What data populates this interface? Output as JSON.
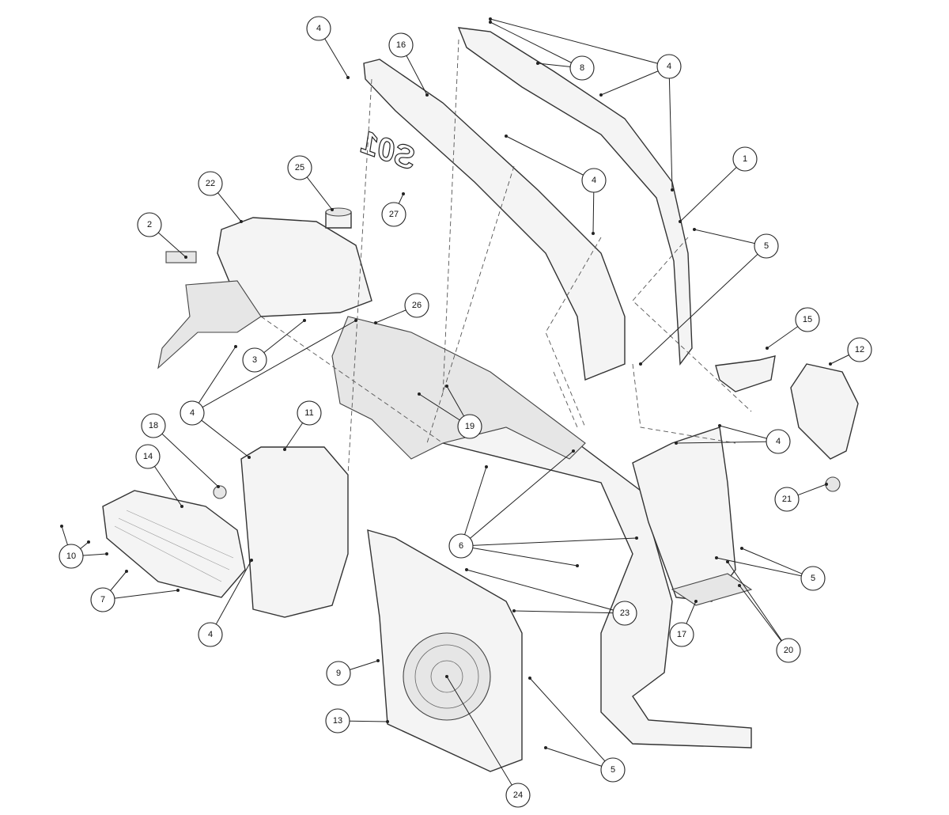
{
  "diagram": {
    "title": "Exploded body panel parts diagram",
    "decal_text": "S01",
    "callouts": [
      "4",
      "16",
      "8",
      "4",
      "1",
      "4",
      "25",
      "22",
      "27",
      "2",
      "5",
      "26",
      "3",
      "15",
      "12",
      "4",
      "11",
      "19",
      "18",
      "14",
      "4",
      "21",
      "10",
      "6",
      "5",
      "7",
      "23",
      "4",
      "17",
      "20",
      "9",
      "13",
      "5",
      "24"
    ]
  }
}
